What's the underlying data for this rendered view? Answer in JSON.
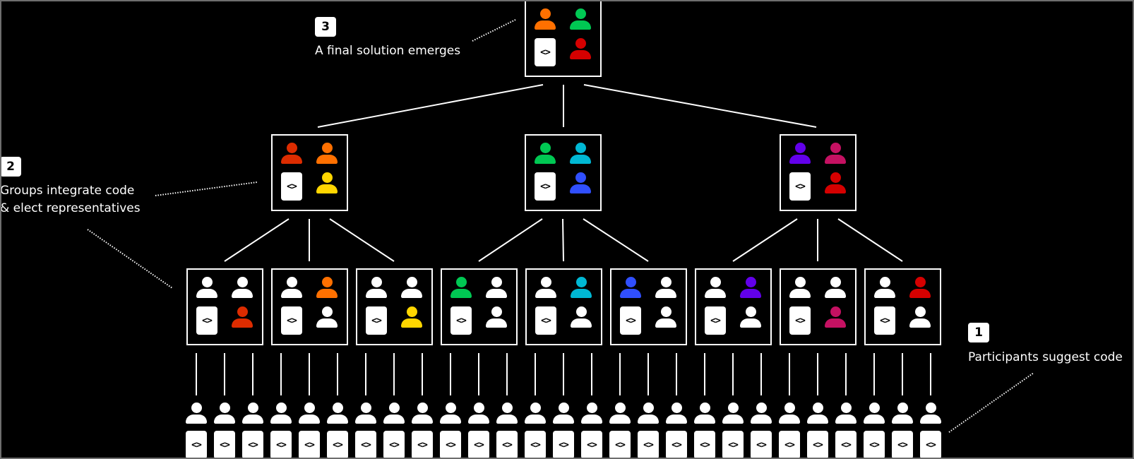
{
  "diagram": {
    "title": "Hierarchical code integration process",
    "background": "#000000",
    "line_color": "#ffffff",
    "code_symbol": "<>",
    "person_default_color": "#ffffff",
    "steps": [
      {
        "number": "1",
        "label": "Participants suggest code"
      },
      {
        "number": "2",
        "label_line1": "Groups integrate code",
        "label_line2": "& elect representatives"
      },
      {
        "number": "3",
        "label": "A final solution emerges"
      }
    ],
    "top_group": {
      "people": [
        "#ff7000",
        "#00c853",
        "#d50000"
      ]
    },
    "mid_groups": [
      {
        "people": [
          "#dd2c00",
          "#ff7000",
          "#ffd600"
        ]
      },
      {
        "people": [
          "#00c853",
          "#00b8d4",
          "#304ffe"
        ]
      },
      {
        "people": [
          "#6200ea",
          "#c51162",
          "#d50000"
        ]
      }
    ],
    "leaf_groups": [
      {
        "people": [
          "#ffffff",
          "#ffffff",
          "#dd2c00"
        ]
      },
      {
        "people": [
          "#ffffff",
          "#ff7000",
          "#ffffff"
        ]
      },
      {
        "people": [
          "#ffffff",
          "#ffffff",
          "#ffd600"
        ]
      },
      {
        "people": [
          "#00c853",
          "#ffffff",
          "#ffffff"
        ]
      },
      {
        "people": [
          "#ffffff",
          "#00b8d4",
          "#ffffff"
        ]
      },
      {
        "people": [
          "#304ffe",
          "#ffffff",
          "#ffffff"
        ]
      },
      {
        "people": [
          "#ffffff",
          "#6200ea",
          "#ffffff"
        ]
      },
      {
        "people": [
          "#ffffff",
          "#ffffff",
          "#c51162"
        ]
      },
      {
        "people": [
          "#ffffff",
          "#d50000",
          "#ffffff"
        ]
      }
    ],
    "participants_count": 27
  }
}
